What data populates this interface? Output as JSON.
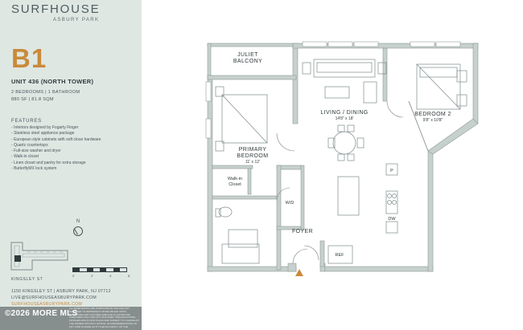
{
  "brand": {
    "name": "SURFHOUSE",
    "location": "ASBURY PARK"
  },
  "unit": {
    "plan": "B1",
    "name": "UNIT 436 (NORTH TOWER)",
    "rooms": "2 BEDROOMS | 1 BATHROOM",
    "area": "880 SF | 81.8 SQM"
  },
  "features": {
    "title": "FEATURES",
    "items": [
      "Interiors designed by Fogarty Finger",
      "Stainless steel appliance package",
      "European style cabinets with soft close hardware",
      "Quartz countertops",
      "Full-size washer and dryer",
      "Walk-in closet",
      "Linen closet and pantry for extra storage",
      "ButterflyMX lock system"
    ]
  },
  "compass": {
    "label": "N"
  },
  "street": "KINGSLEY ST",
  "scale": {
    "ticks": [
      "0'",
      "2'",
      "4'",
      "8'"
    ]
  },
  "contact": {
    "address": "1150 KINGSLEY ST | ASBURY PARK, NJ 07712",
    "email": "LIVE@SURFHOUSEASBURYPARK.COM",
    "website": "SURFHOUSEASBURYPARK.COM"
  },
  "watermark": "©2026 MORE MLS",
  "disclaimer": "ALL DIMENSIONS ARE APPROXIMATE AND ARE NOT INTENDED TO REPRESENT OR BE RELIED UPON. FURNITURE AND FIXTURES ARE FOR ILLUSTRATIVE PURPOSES ONLY AND NOT INCLUDED. SPECIFICATIONS, FINISHES AND FLOOR PLANS ARE SUBJECT TO CHANGE BY THE OWNER WITHOUT NOTICE. NO REPRESENTATION OF ANY KIND IS MADE AS TO THE ACCURACY OF THE INFORMATION CONTAINED HEREIN.",
  "rooms": {
    "juliet": [
      "JULIET",
      "BALCONY"
    ],
    "living": {
      "name": "LIVING / DINING",
      "dim": "14'8\" x 18'"
    },
    "bedroom2": {
      "name": "BEDROOM 2",
      "dim": "9'8\" x 10'8\""
    },
    "primary": {
      "name1": "PRIMARY",
      "name2": "BEDROOM",
      "dim": "11' x 12'"
    },
    "closet": [
      "Walk-in",
      "Closet"
    ],
    "wd": "W/D",
    "foyer": "FOYER",
    "ref": "REF",
    "dw": "DW",
    "pantry": "P"
  },
  "colors": {
    "accent": "#c98a3a",
    "sidebar": "#dfe7e3",
    "wall": "#c6d0cc"
  }
}
